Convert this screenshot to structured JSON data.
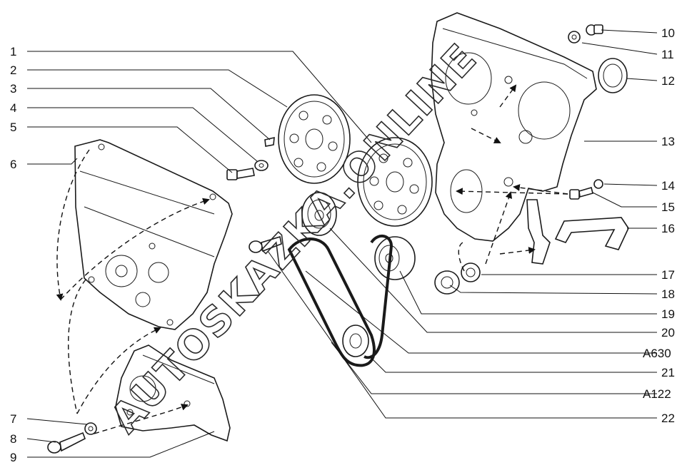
{
  "diagram": {
    "callouts_left": [
      "1",
      "2",
      "3",
      "4",
      "5",
      "6",
      "7",
      "8",
      "9"
    ],
    "callouts_right": [
      "10",
      "11",
      "12",
      "13",
      "14",
      "15",
      "16",
      "17",
      "18",
      "19",
      "20",
      "A630",
      "21",
      "A122",
      "22"
    ]
  },
  "watermark": {
    "text": "AUTOSKAZKA.ONLINE"
  }
}
